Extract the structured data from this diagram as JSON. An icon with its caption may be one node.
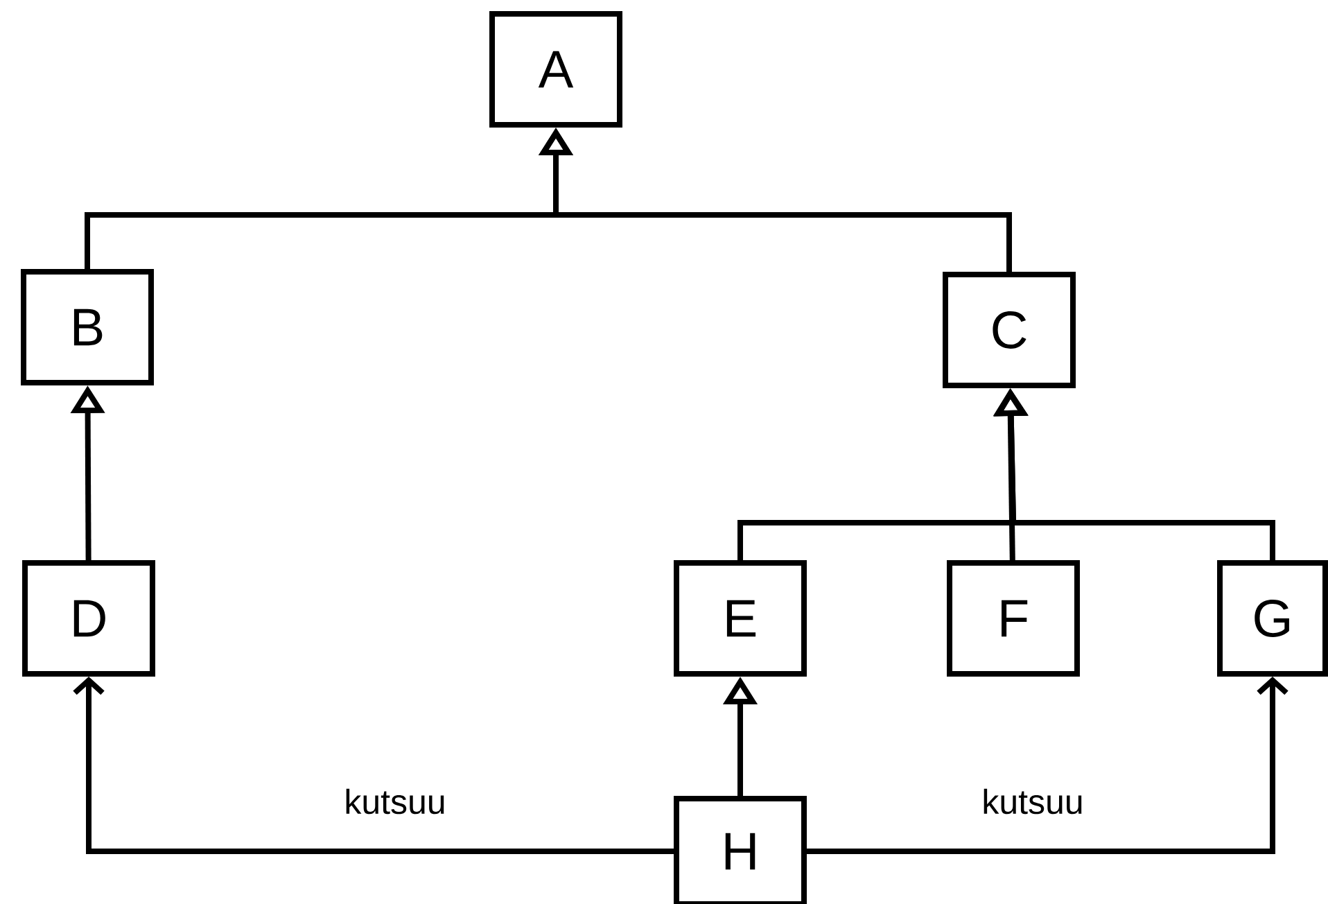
{
  "diagram": {
    "nodes": [
      {
        "text": [
          "A"
        ]
      },
      {
        "text": [
          "B"
        ]
      },
      {
        "text": [
          "C"
        ]
      },
      {
        "text": [
          "D"
        ]
      },
      {
        "text": [
          "E"
        ]
      },
      {
        "text": [
          "F"
        ]
      },
      {
        "text": [
          "G"
        ]
      },
      {
        "text": [
          "H"
        ]
      }
    ],
    "edges": [
      {
        "from": 1,
        "to": 0,
        "arrow": "to"
      },
      {
        "from": 2,
        "to": 0,
        "arrow": "to"
      },
      {
        "from": 3,
        "to": 1,
        "arrow": "to"
      },
      {
        "from": 4,
        "to": 2,
        "arrow": "to"
      },
      {
        "from": 5,
        "to": 2,
        "arrow": "to"
      },
      {
        "from": 6,
        "to": 2,
        "arrow": "to"
      },
      {
        "from": 7,
        "to": 4,
        "arrow": "to"
      },
      {
        "from": 7,
        "to": 3,
        "arrow": "to",
        "label": "kutsuu"
      },
      {
        "from": 7,
        "to": 6,
        "arrow": "to",
        "label": "kutsuu"
      }
    ]
  }
}
